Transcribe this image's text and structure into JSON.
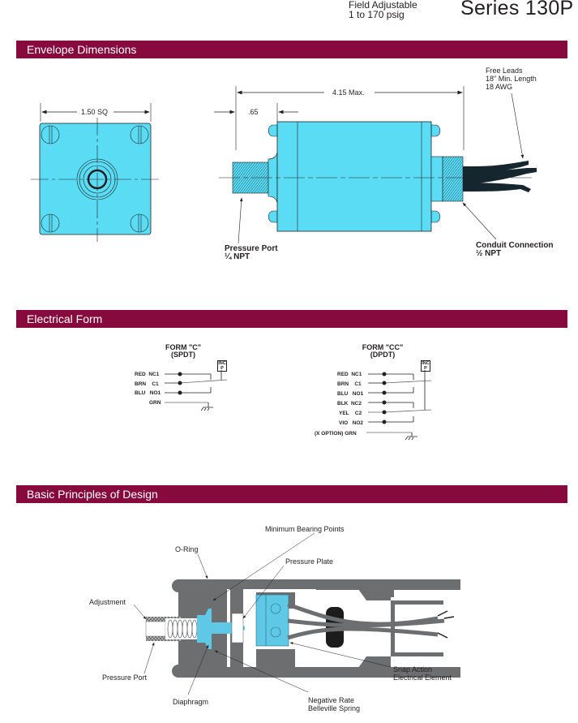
{
  "header": {
    "subtitle_line1": "Field Adjustable",
    "subtitle_line2": "1 to 170 psig",
    "series_title": "Series 130P"
  },
  "sections": {
    "envelope": {
      "title": "Envelope Dimensions",
      "front_width_label": "1.50 SQ",
      "overall_length_label": "4.15 Max.",
      "port_length_label": ".65",
      "free_leads": [
        "Free Leads",
        "18\" Min. Length",
        "18 AWG"
      ],
      "pressure_port": [
        "Pressure Port",
        "¼ NPT"
      ],
      "conduit_connection": [
        "Conduit Connection",
        "½ NPT"
      ]
    },
    "electrical": {
      "title": "Electrical Form",
      "form_c": {
        "title": "FORM \"C\"",
        "subtitle": "(SPDT)",
        "inc_label": [
          "INC",
          "P"
        ],
        "wires": [
          {
            "color": "RED",
            "terminal": "NC1"
          },
          {
            "color": "BRN",
            "terminal": "C1"
          },
          {
            "color": "BLU",
            "terminal": "NO1"
          }
        ],
        "ground": "GRN"
      },
      "form_cc": {
        "title": "FORM \"CC\"",
        "subtitle": "(DPDT)",
        "inc_label": [
          "INC",
          "P"
        ],
        "wires": [
          {
            "color": "RED",
            "terminal": "NC1"
          },
          {
            "color": "BRN",
            "terminal": "C1"
          },
          {
            "color": "BLU",
            "terminal": "NO1"
          },
          {
            "color": "BLK",
            "terminal": "NC2"
          },
          {
            "color": "YEL",
            "terminal": "C2"
          },
          {
            "color": "VIO",
            "terminal": "NO2"
          }
        ],
        "ground": "(X OPTION) GRN"
      }
    },
    "design": {
      "title": "Basic Principles of Design",
      "callouts": {
        "min_bearing": "Minimum Bearing Points",
        "o_ring": "O-Ring",
        "pressure_plate": "Pressure Plate",
        "adjustment": "Adjustment",
        "pressure_port": "Pressure Port",
        "diaphragm": "Diaphragm",
        "belleville": [
          "Negative Rate",
          "Belleville Spring"
        ],
        "snap_action": [
          "Snap Action",
          "Electrical Element"
        ]
      }
    }
  },
  "colors": {
    "section_bar": "#870a3f",
    "body_cyan": "#5bdcf5",
    "part_cyan": "#5ec8e6",
    "housing_gray": "#6d6e70",
    "leads_dark": "#16262e"
  }
}
